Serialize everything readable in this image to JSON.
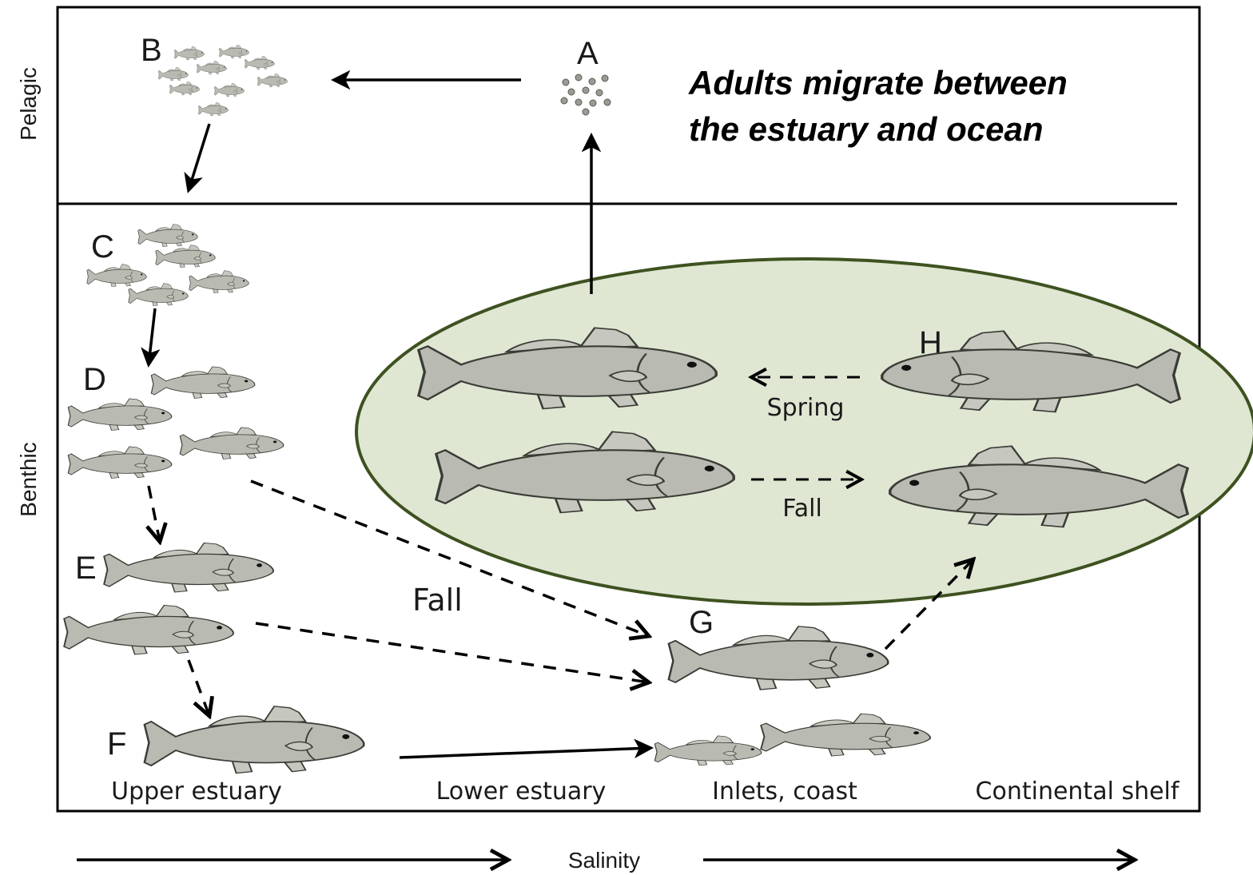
{
  "axis": {
    "vertical_top": "Pelagic",
    "vertical_bottom": "Benthic",
    "horizontal": "Salinity"
  },
  "zones": [
    "Upper estuary",
    "Lower estuary",
    "Inlets, coast",
    "Continental shelf"
  ],
  "stages": {
    "a": "A",
    "b": "B",
    "c": "C",
    "d": "D",
    "e": "E",
    "f": "F",
    "g": "G",
    "h": "H"
  },
  "seasons": {
    "spring": "Spring",
    "fall_adult": "Fall",
    "fall_juvenile": "Fall"
  },
  "callout": {
    "line1": "Adults migrate between",
    "line2": "the estuary and ocean"
  },
  "colors": {
    "highlight_fill": "#dfe7d3",
    "highlight_stroke": "#3e5220",
    "line": "#000000",
    "fish": "#b9bab2"
  }
}
